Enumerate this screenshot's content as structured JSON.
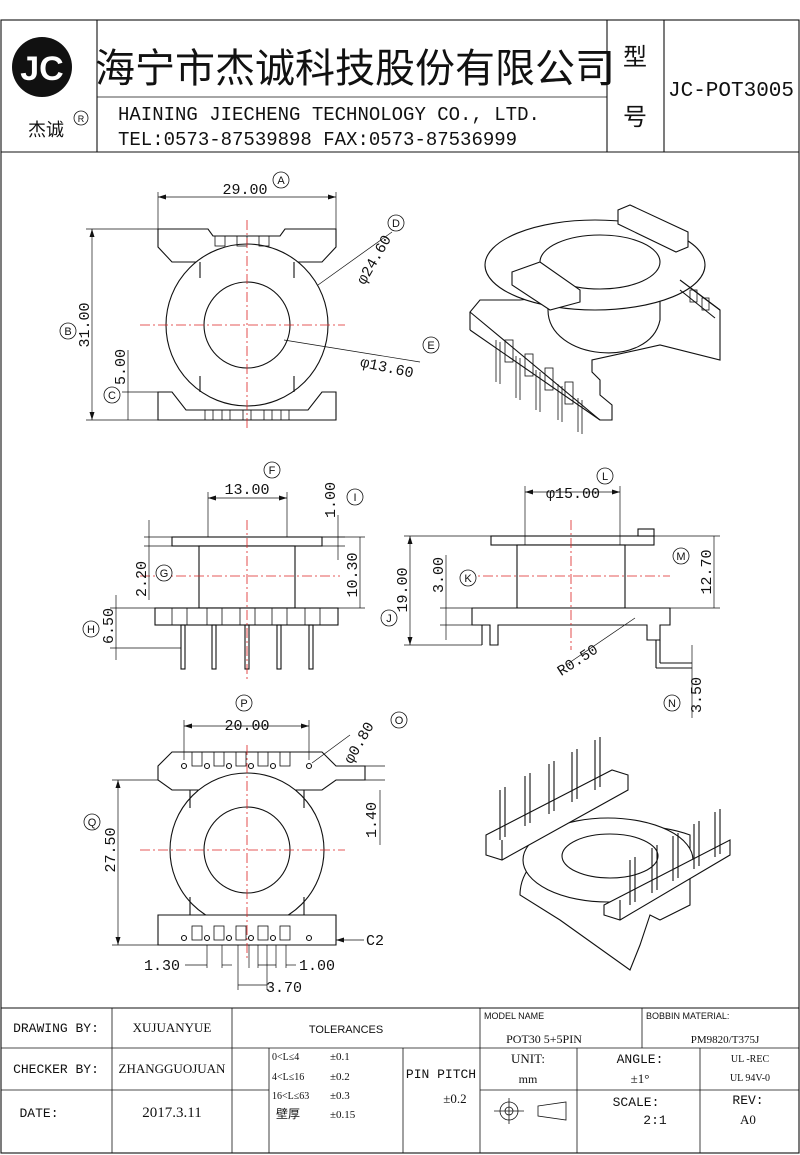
{
  "header": {
    "logo_text": "JC",
    "logo_sub": "杰诚",
    "logo_reg": "R",
    "company_cn": "海宁市杰诚科技股份有限公司",
    "company_en": "HAINING JIECHENG TECHNOLOGY CO., LTD.",
    "contact": "TEL:0573-87539898  FAX:0573-87536999",
    "model_label_1": "型",
    "model_label_2": "号",
    "model_no": "JC-POT3005"
  },
  "dimensions": {
    "A": "29.00",
    "B": "31.00",
    "C": "5.00",
    "D": "φ24.60",
    "E": "φ13.60",
    "F": "13.00",
    "G": "2.20",
    "H": "6.50",
    "I": "1.00",
    "I2": "10.30",
    "J": "19.00",
    "K": "3.00",
    "L": "φ15.00",
    "M": "12.70",
    "N": "3.50",
    "R": "R0.50",
    "P": "20.00",
    "O": "φ0.80",
    "O2": "1.40",
    "Q": "27.50",
    "C2": "C2",
    "b1": "1.30",
    "b2": "1.00",
    "b3": "3.70"
  },
  "callouts": [
    "A",
    "B",
    "C",
    "D",
    "E",
    "F",
    "G",
    "H",
    "I",
    "J",
    "K",
    "L",
    "M",
    "N",
    "O",
    "P",
    "Q"
  ],
  "title_block": {
    "drawing_by_label": "DRAWING  BY:",
    "drawing_by": "XUJUANYUE",
    "checker_by_label": "CHECKER  BY:",
    "checker_by": "ZHANGGUOJUAN",
    "date_label": "DATE:",
    "date": "2017.3.11",
    "tolerances_label": "TOLERANCES",
    "tol_rows": [
      {
        "range": "0<L≤4",
        "tol": "±0.1"
      },
      {
        "range": "4<L≤16",
        "tol": "±0.2"
      },
      {
        "range": "16<L≤63",
        "tol": "±0.3"
      },
      {
        "range": "壁厚",
        "tol": "±0.15"
      }
    ],
    "pin_pitch_label": "PIN PITCH",
    "pin_pitch": "±0.2",
    "model_name_label": "MODEL NAME",
    "model_name": "POT30  5+5PIN",
    "bobbin_label": "BOBBIN MATERIAL:",
    "bobbin": "PM9820/T375J",
    "unit_label": "UNIT:",
    "unit": "mm",
    "angle_label": "ANGLE:",
    "angle": "±1°",
    "ul1": "UL -REC",
    "ul2": "UL  94V-0",
    "scale_label": "SCALE:",
    "scale": "2:1",
    "rev_label": "REV:",
    "rev": "A0"
  }
}
